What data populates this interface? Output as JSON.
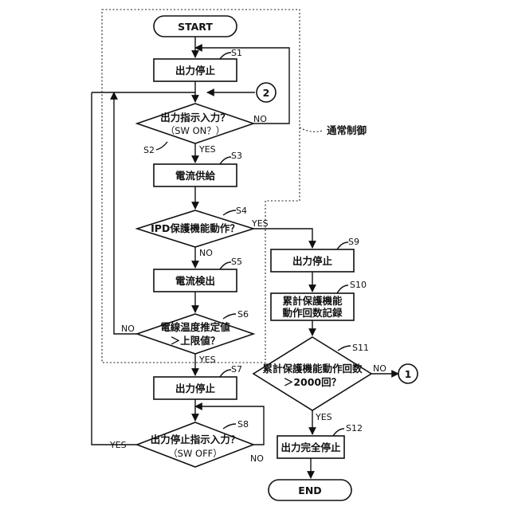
{
  "terminals": {
    "start": "START",
    "end": "END"
  },
  "steps": {
    "s1": {
      "id": "S1",
      "text": "出力停止"
    },
    "s2": {
      "id": "S2",
      "line1": "出力指示入力？",
      "line2": "（SW ON？）"
    },
    "s3": {
      "id": "S3",
      "text": "電流供給"
    },
    "s4": {
      "id": "S4",
      "text": "IPD保護機能動作？"
    },
    "s5": {
      "id": "S5",
      "text": "電流検出"
    },
    "s6": {
      "id": "S6",
      "line1": "電線温度推定値",
      "line2": "＞上限値？"
    },
    "s7": {
      "id": "S7",
      "text": "出力停止"
    },
    "s8": {
      "id": "S8",
      "line1": "出力停止指示入力？",
      "line2": "（SW OFF）"
    },
    "s9": {
      "id": "S9",
      "text": "出力停止"
    },
    "s10": {
      "id": "S10",
      "line1": "累計保護機能",
      "line2": "動作回数記録"
    },
    "s11": {
      "id": "S11",
      "line1": "累計保護機能動作回数",
      "line2": "＞2000回？"
    },
    "s12": {
      "id": "S12",
      "text": "出力完全停止"
    }
  },
  "connectors": {
    "c1": "1",
    "c2": "2"
  },
  "branch_labels": {
    "yes": "YES",
    "no": "NO"
  },
  "region_label": "通常制御"
}
